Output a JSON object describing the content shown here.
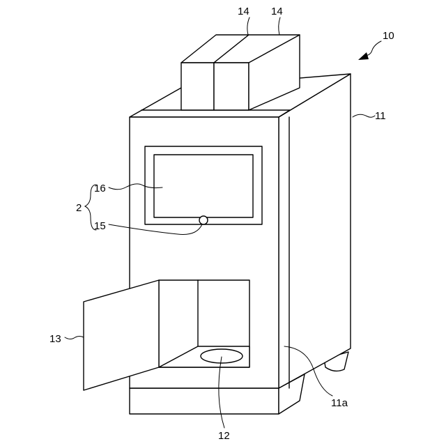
{
  "labels": {
    "device": "10",
    "housing": "11",
    "housing_side": "11a",
    "tray": "12",
    "door": "13",
    "unit_left": "14",
    "unit_right": "14",
    "camera": "15",
    "display": "16",
    "bracket_group": "2"
  }
}
